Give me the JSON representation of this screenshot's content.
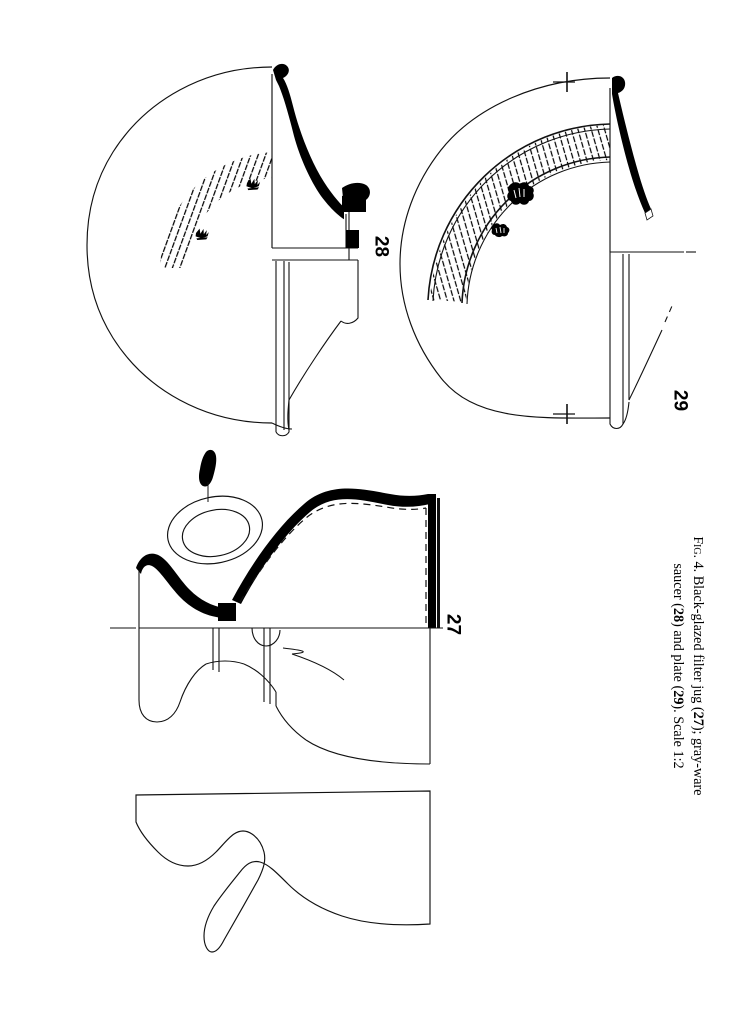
{
  "figure": {
    "plate_label": "Fig. 4.",
    "caption_prefix": "Fig.",
    "caption_number": "4.",
    "caption_line_1_a": "Black-glazed filter jug (",
    "caption_line_1_b": "); gray-ware",
    "caption_line_2_a": "saucer (",
    "caption_line_2_b": ") and plate (",
    "caption_line_2_c": "). Scale 1:2",
    "caption_full": "Fig. 4. Black-glazed filter jug (27); gray-ware saucer (28) and plate (29). Scale 1:2",
    "scale": "Scale 1:2",
    "ink_color": "#000000",
    "background_color": "#ffffff"
  },
  "objects": [
    {
      "number": "27",
      "name": "Black-glazed filter jug",
      "ware": "black-glazed",
      "views": [
        "profile-section",
        "outline-elevation",
        "detached-spout-detail"
      ],
      "label": "27"
    },
    {
      "number": "28",
      "name": "Gray-ware saucer",
      "ware": "gray-ware",
      "views": [
        "plan-with-section"
      ],
      "decoration": "hatched arc band with two stamped palmette motifs",
      "label": "28"
    },
    {
      "number": "29",
      "name": "Gray-ware plate",
      "ware": "gray-ware",
      "views": [
        "plan-with-section"
      ],
      "decoration": "double-outlined hatched band with two stamped rosettes",
      "label": "29"
    }
  ]
}
